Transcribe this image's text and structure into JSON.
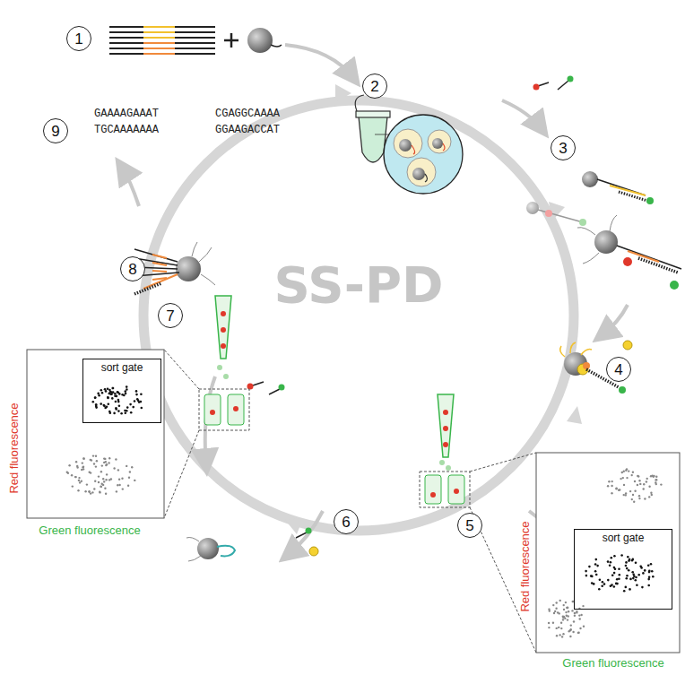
{
  "diagram": {
    "nodes": [
      {
        "text": [
          "1"
        ]
      },
      {
        "text": [
          "2"
        ]
      },
      {
        "text": [
          "3"
        ]
      },
      {
        "text": [
          "4"
        ]
      },
      {
        "text": [
          "5"
        ]
      },
      {
        "text": [
          "6"
        ]
      },
      {
        "text": [
          "7"
        ]
      },
      {
        "text": [
          "8"
        ]
      },
      {
        "text": [
          "9"
        ]
      },
      {
        "text": [
          "sort gate"
        ]
      },
      {
        "text": [
          "sort gate"
        ]
      }
    ],
    "labels": [
      "SS-PD",
      "GAAAAGAAAT",
      "CGAGGCAAAA",
      "TGCAAAAAAA",
      "GGAAGACCAT",
      "Red fluorescence",
      "Green fluorescence",
      "Red fluorescence",
      "Green fluorescence"
    ]
  }
}
